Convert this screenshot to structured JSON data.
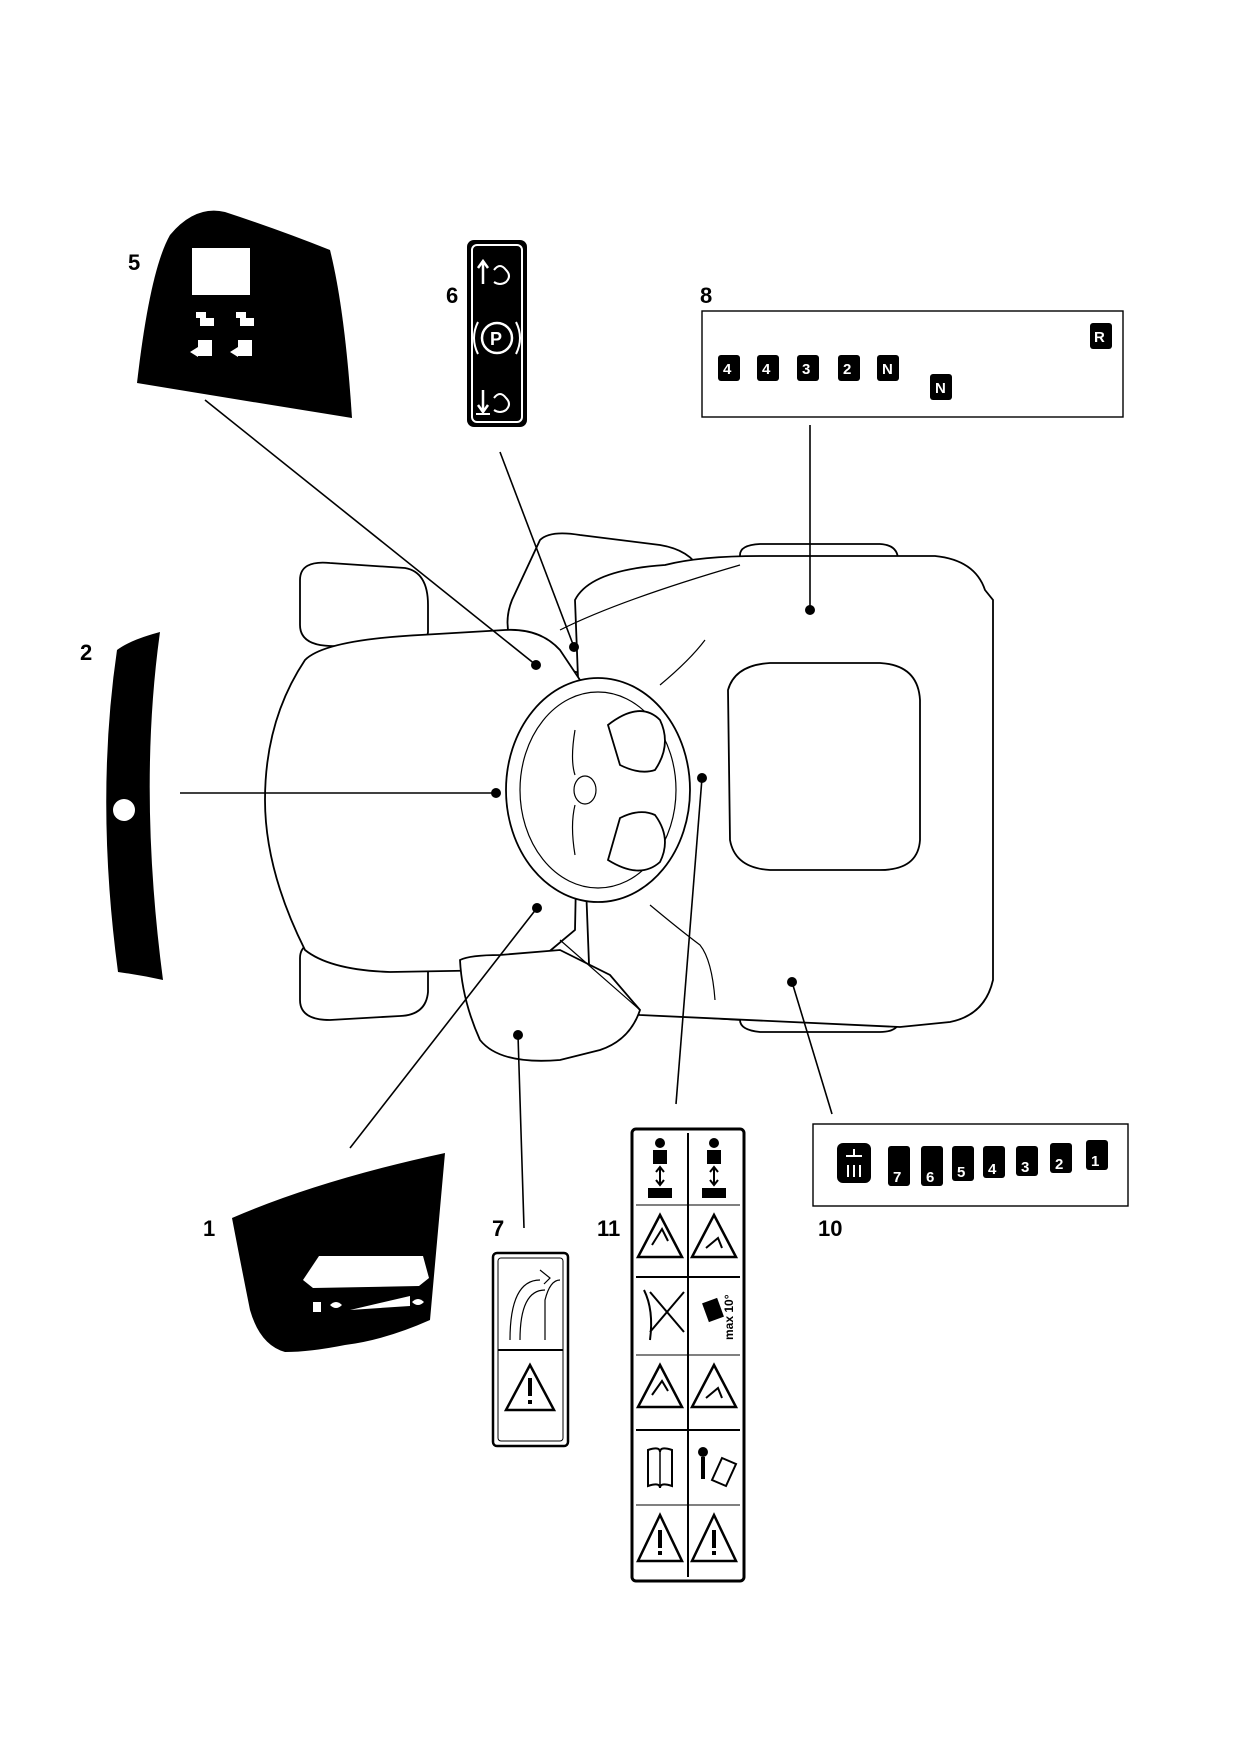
{
  "callouts": {
    "c1": "1",
    "c2": "2",
    "c5": "5",
    "c6": "6",
    "c7": "7",
    "c8": "8",
    "c10": "10",
    "c11": "11"
  },
  "decal8": {
    "gears_row": [
      "4",
      "4",
      "3",
      "2",
      "N"
    ],
    "gear_n2": "N",
    "gear_r": "R"
  },
  "decal10": {
    "positions": [
      "7",
      "6",
      "5",
      "4",
      "3",
      "2",
      "1"
    ]
  },
  "decal11": {
    "slope_text": "max 10°"
  },
  "icons": [
    "parking-brake-icon",
    "brake-pedal-icon",
    "warning-triangle-icon",
    "manual-book-icon",
    "key-icon",
    "cutting-height-icon",
    "throttle-icon"
  ],
  "colors": {
    "ink": "#000000",
    "paper": "#ffffff"
  }
}
